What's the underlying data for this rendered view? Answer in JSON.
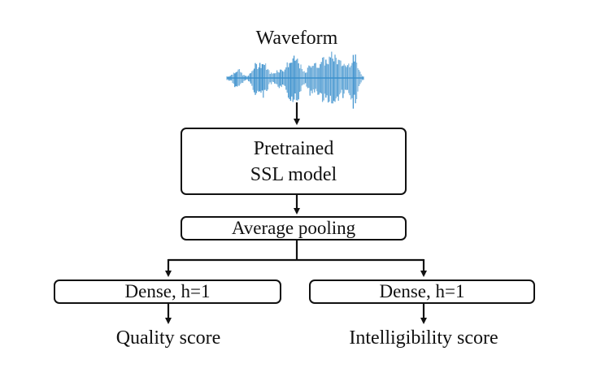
{
  "diagram": {
    "input_label": "Waveform",
    "ssl_model": {
      "line1": "Pretrained",
      "line2": "SSL model"
    },
    "pooling_label": "Average pooling",
    "dense_left_label": "Dense, h=1",
    "dense_right_label": "Dense, h=1",
    "output_left_label": "Quality score",
    "output_right_label": "Intelligibility score",
    "colors": {
      "waveform": "#3a8fcc",
      "stroke": "#111111"
    },
    "icons": {
      "input": "waveform-icon"
    }
  }
}
